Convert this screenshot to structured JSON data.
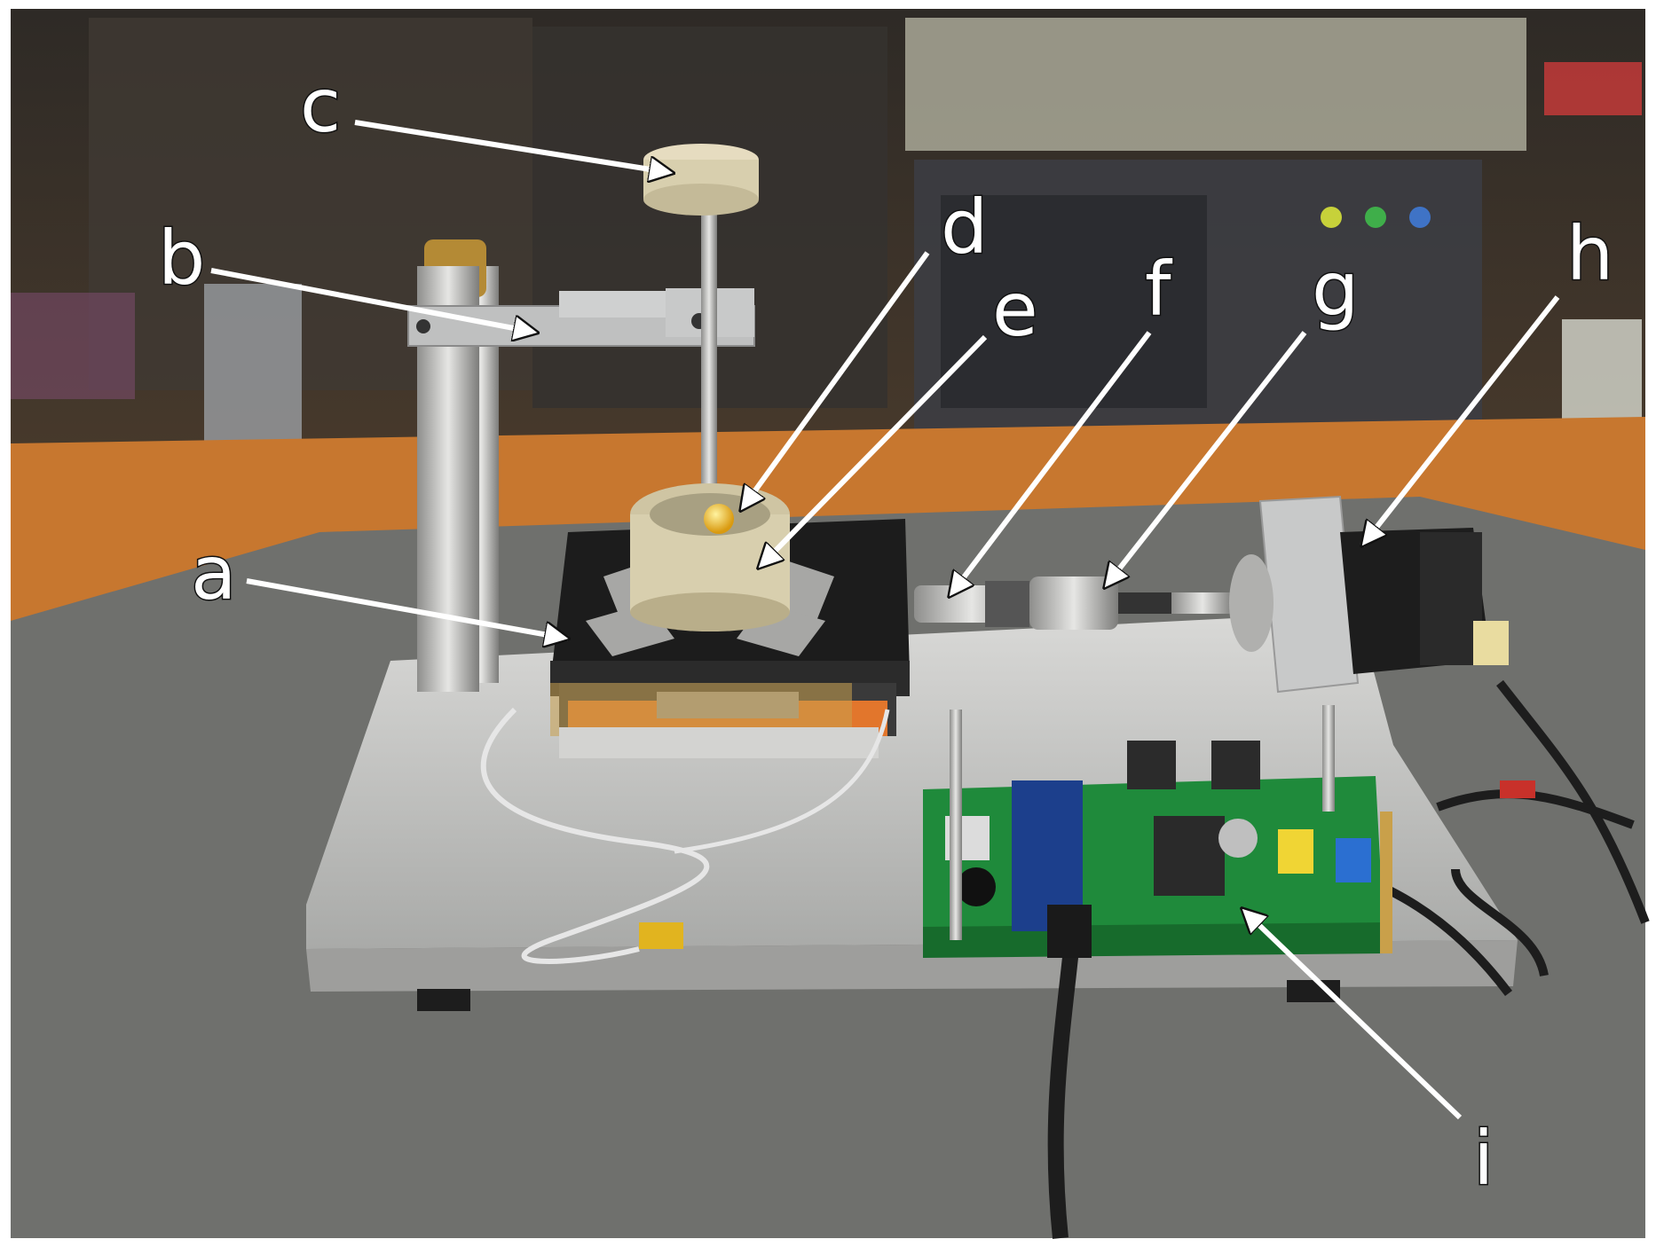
{
  "figure": {
    "labels": [
      {
        "key": "a",
        "text": "a"
      },
      {
        "key": "b",
        "text": "b"
      },
      {
        "key": "c",
        "text": "c"
      },
      {
        "key": "d",
        "text": "d"
      },
      {
        "key": "e",
        "text": "e"
      },
      {
        "key": "f",
        "text": "f"
      },
      {
        "key": "g",
        "text": "g"
      },
      {
        "key": "h",
        "text": "h"
      },
      {
        "key": "i",
        "text": "i"
      }
    ]
  },
  "colors": {
    "background_wall": "#3a3530",
    "desk_wood": "#c7772f",
    "mat_gray": "#6f706d",
    "aluminum_plate": "#c8c8c6",
    "pcb_green": "#1f8a3b",
    "stage_black": "#1c1c1c",
    "cup_beige": "#d8cfae",
    "ball_yellow": "#e7b21a",
    "arrow_white": "#ffffff"
  }
}
